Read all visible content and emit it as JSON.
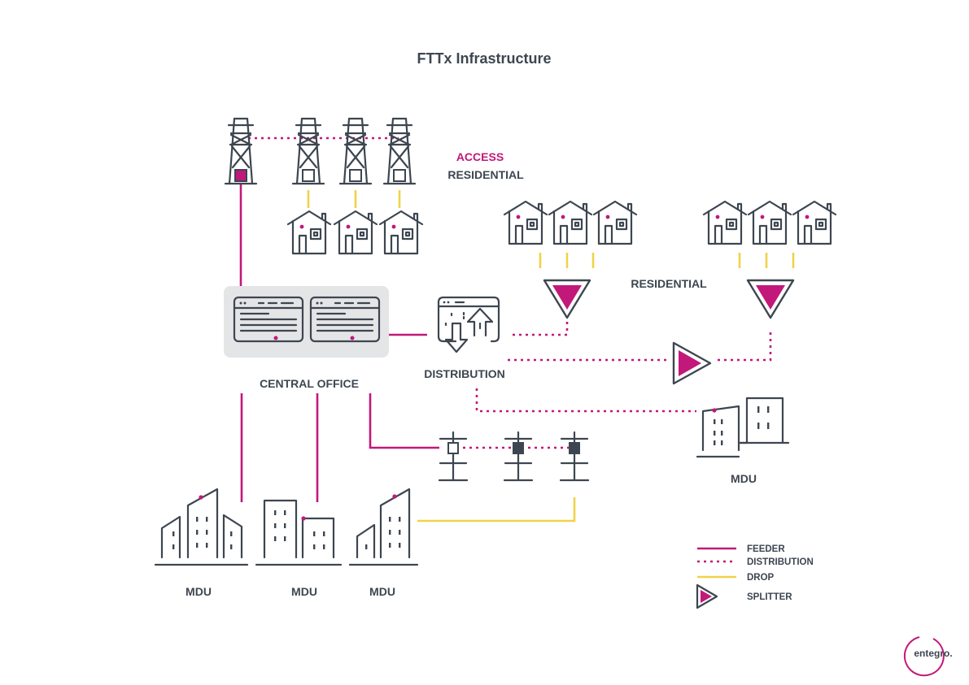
{
  "title": "FTTx Infrastructure",
  "labels": {
    "access": "ACCESS",
    "residential_access": "RESIDENTIAL",
    "residential_mid": "RESIDENTIAL",
    "central_office": "CENTRAL OFFICE",
    "distribution": "DISTRIBUTION",
    "mdu_right": "MDU",
    "mdu_1": "MDU",
    "mdu_2": "MDU",
    "mdu_3": "MDU"
  },
  "legend": [
    {
      "label": "FEEDER",
      "style": "feeder"
    },
    {
      "label": "DISTRIBUTION",
      "style": "distribution"
    },
    {
      "label": "DROP",
      "style": "drop"
    },
    {
      "label": "SPLITTER",
      "style": "splitter"
    }
  ],
  "logo": "entegro.",
  "colors": {
    "feeder": "#c2187a",
    "distribution": "#c2187a",
    "drop": "#f0d24a",
    "ink": "#3d4650",
    "panel": "#e4e5e7"
  }
}
